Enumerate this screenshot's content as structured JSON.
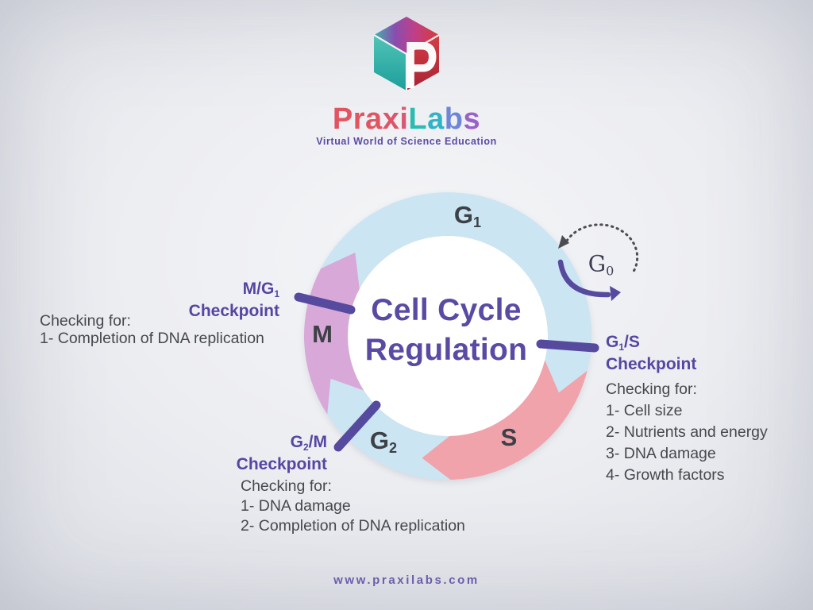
{
  "brand": {
    "name": "PraxiLabs",
    "logo_letter": "P",
    "letters": [
      {
        "ch": "P",
        "color": "#e25460"
      },
      {
        "ch": "r",
        "color": "#e25460"
      },
      {
        "ch": "a",
        "color": "#e15562"
      },
      {
        "ch": "x",
        "color": "#de5569"
      },
      {
        "ch": "i",
        "color": "#d75a72"
      },
      {
        "ch": "L",
        "color": "#2abcb2"
      },
      {
        "ch": "a",
        "color": "#2fb3c6"
      },
      {
        "ch": "b",
        "color": "#6e86d8"
      },
      {
        "ch": "s",
        "color": "#9a62c9"
      }
    ],
    "tagline": "Virtual World of Science Education"
  },
  "title": {
    "line1": "Cell Cycle",
    "line2": "Regulation"
  },
  "phases": {
    "g1": {
      "base": "G",
      "sub": "1"
    },
    "s": {
      "base": "S",
      "sub": ""
    },
    "g2": {
      "base": "G",
      "sub": "2"
    },
    "m": {
      "base": "M",
      "sub": ""
    },
    "g0": {
      "base": "G",
      "sub": "0"
    }
  },
  "checkpoints": {
    "m_g1": {
      "title_pre": "M/G",
      "title_sub": "1",
      "title_post": "",
      "title_word": "Checkpoint",
      "heading": "Checking for:",
      "items": [
        "1- Completion of DNA replication"
      ]
    },
    "g1_s": {
      "title_pre": "G",
      "title_sub": "1",
      "title_post": "/S",
      "title_word": "Checkpoint",
      "heading": "Checking for:",
      "items": [
        "1- Cell size",
        "2- Nutrients and energy",
        "3- DNA damage",
        "4- Growth factors"
      ]
    },
    "g2_m": {
      "title_pre": "G",
      "title_sub": "2",
      "title_post": "/M",
      "title_word": "Checkpoint",
      "heading": "Checking for:",
      "items": [
        "1- DNA damage",
        "2- Completion of DNA replication"
      ]
    }
  },
  "footer": {
    "url": "www.praxilabs.com"
  },
  "colors": {
    "ring_blue": "#cbe5f2",
    "ring_pink": "#f1a3ab",
    "ring_plum": "#d8a8d8",
    "accent_purple": "#564a9f",
    "dotted_gray": "#4c4c55",
    "title_purple": "#5b4aa3",
    "text_dark": "#45484d"
  }
}
